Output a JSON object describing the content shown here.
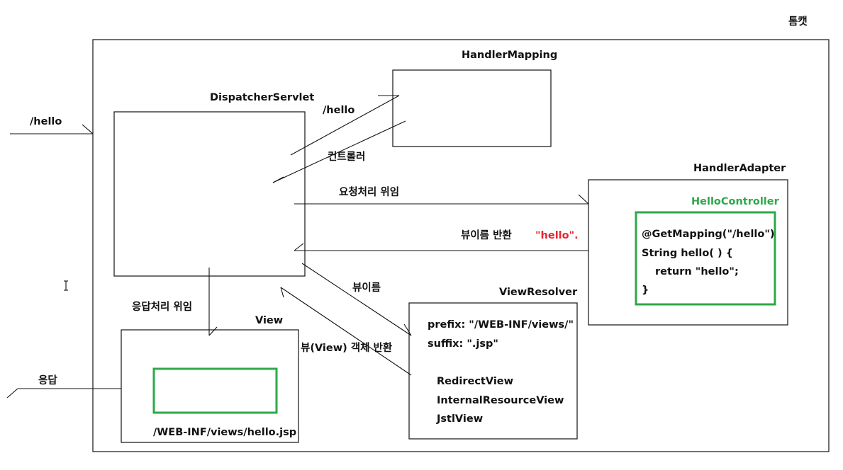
{
  "labels": {
    "tomcat": "톰캣",
    "dispatcher_servlet": "DispatcherServlet",
    "handler_mapping": "HandlerMapping",
    "handler_adapter": "HandlerAdapter",
    "hello_controller": "HelloController",
    "view_resolver": "ViewResolver",
    "view": "View"
  },
  "edges": {
    "request_path": "/hello",
    "mapping_request": "/hello",
    "mapping_result": "컨트롤러",
    "delegate_request": "요청처리 위임",
    "return_view_name": "뷰이름 반환",
    "return_view_name_value": "\"hello\".",
    "view_name": "뷰이름",
    "return_view_object": "뷰(View) 객체 반환",
    "delegate_response": "응답처리 위임",
    "response": "응답"
  },
  "controller_code": {
    "line1": "@GetMapping(\"/hello\")",
    "line2": "String hello( ) {",
    "line3_prefix": "return ",
    "line3_value": "\"hello\"",
    "line3_suffix": ";",
    "line4": "}"
  },
  "view_resolver_config": {
    "prefix": "prefix: \"/WEB-INF/views/\"",
    "suffix": "suffix: \".jsp\"",
    "views": [
      "RedirectView",
      "InternalResourceView",
      "JstlView"
    ]
  },
  "view_file": "/WEB-INF/views/hello.jsp",
  "colors": {
    "highlight_red": "#e8232d",
    "controller_green": "#2ea84a",
    "line": "#111111"
  }
}
